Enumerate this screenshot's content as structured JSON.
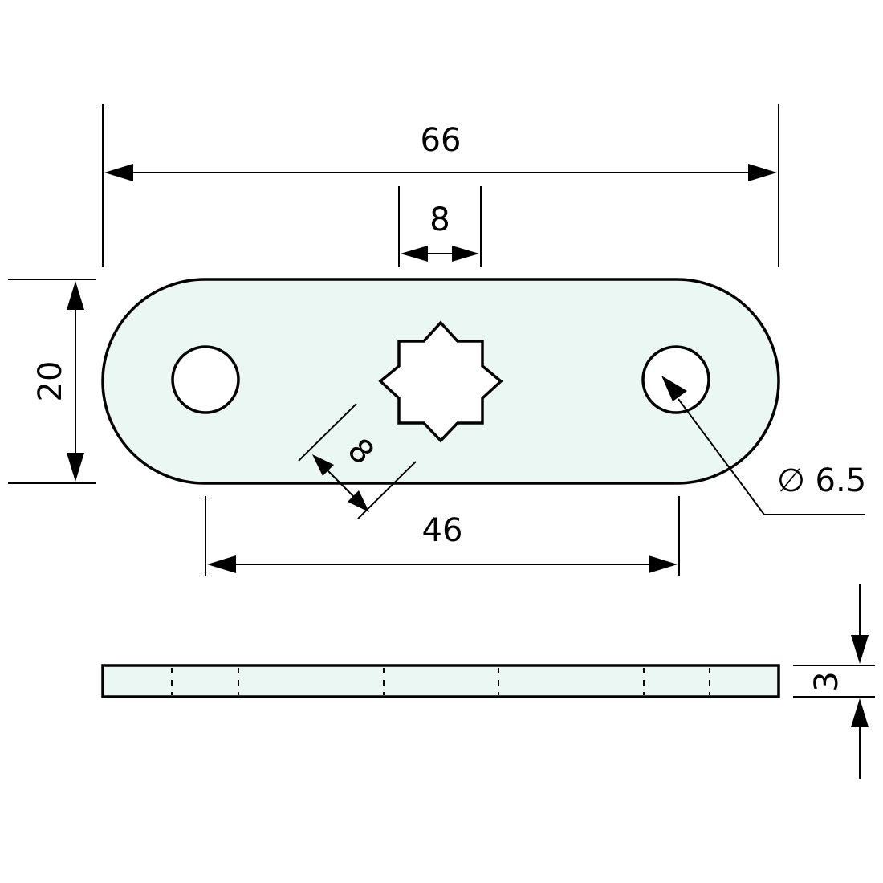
{
  "colors": {
    "part_fill": "#eaf7f3",
    "line": "#000000",
    "background": "#ffffff"
  },
  "dimensions": {
    "overall_length": "66",
    "star_width": "8",
    "width": "20",
    "star_across": "8",
    "hole_spacing": "46",
    "hole_diameter": "∅ 6.5",
    "thickness": "3"
  }
}
